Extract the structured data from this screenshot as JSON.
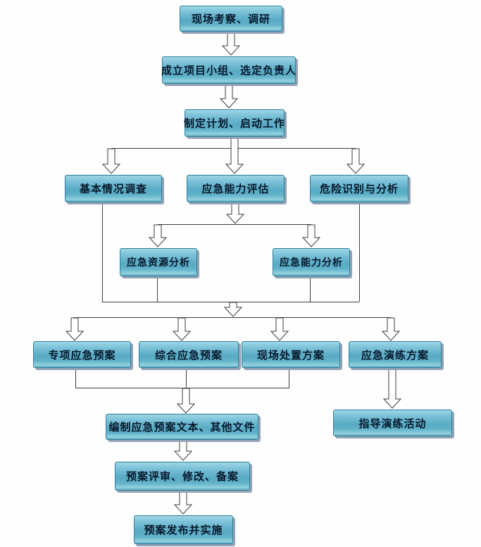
{
  "nodes": [
    {
      "id": "site-survey",
      "label": "现场考察、调研"
    },
    {
      "id": "form-team",
      "label": "成立项目小组、选定负责人"
    },
    {
      "id": "make-plan",
      "label": "制定计划、启动工作"
    },
    {
      "id": "basic-investigation",
      "label": "基本情况调查"
    },
    {
      "id": "capability-assessment",
      "label": "应急能力评估"
    },
    {
      "id": "hazard-identification",
      "label": "危险识别与分析"
    },
    {
      "id": "resource-analysis",
      "label": "应急资源分析"
    },
    {
      "id": "capability-analysis",
      "label": "应急能力分析"
    },
    {
      "id": "special-plan",
      "label": "专项应急预案"
    },
    {
      "id": "comprehensive-plan",
      "label": "综合应急预案"
    },
    {
      "id": "onsite-disposal-plan",
      "label": "现场处置方案"
    },
    {
      "id": "drill-plan",
      "label": "应急演练方案"
    },
    {
      "id": "compile-documents",
      "label": "编制应急预案文本、其他文件"
    },
    {
      "id": "guide-drill",
      "label": "指导演练活动"
    },
    {
      "id": "review-revise-file",
      "label": "预案评审、修改、备案"
    },
    {
      "id": "publish-implement",
      "label": "预案发布并实施"
    }
  ],
  "colors": {
    "box_fill_top": "#9ed6e6",
    "box_fill_mid": "#58aac4",
    "box_fill_bottom": "#93d2e0",
    "box_border": "#2e7e9c",
    "box_shadow": "#93a2b5",
    "box_text": "#07182b",
    "connector_line": "#3d3d3d",
    "background": "#ffffff"
  }
}
